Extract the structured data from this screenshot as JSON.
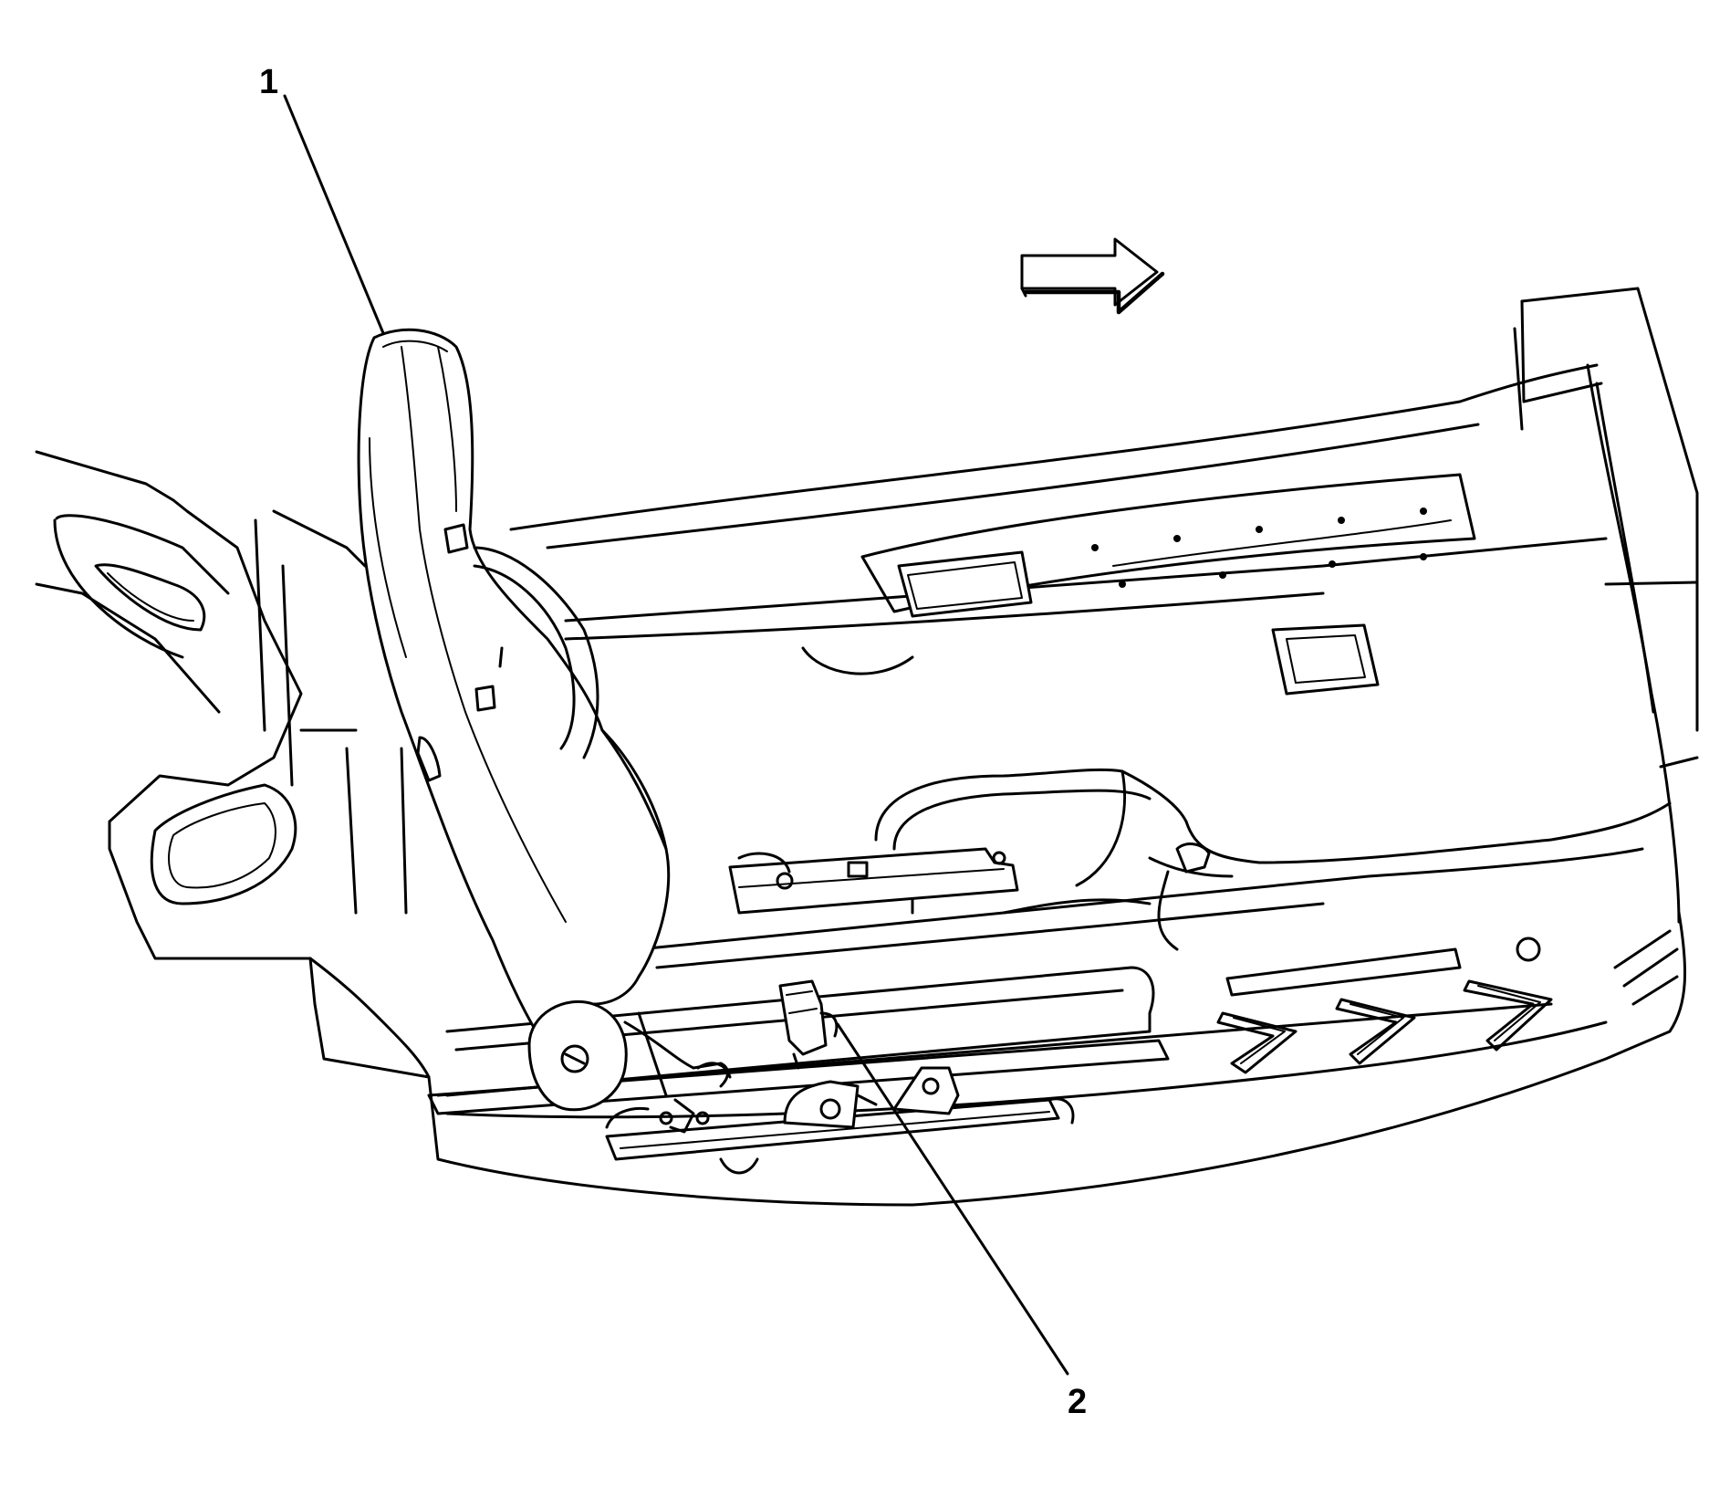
{
  "figure": {
    "callouts": [
      {
        "id": "1",
        "label": "1"
      },
      {
        "id": "2",
        "label": "2"
      }
    ],
    "colors": {
      "line": "#000000",
      "background": "#ffffff"
    },
    "icons": [
      "direction-arrow-icon"
    ]
  }
}
